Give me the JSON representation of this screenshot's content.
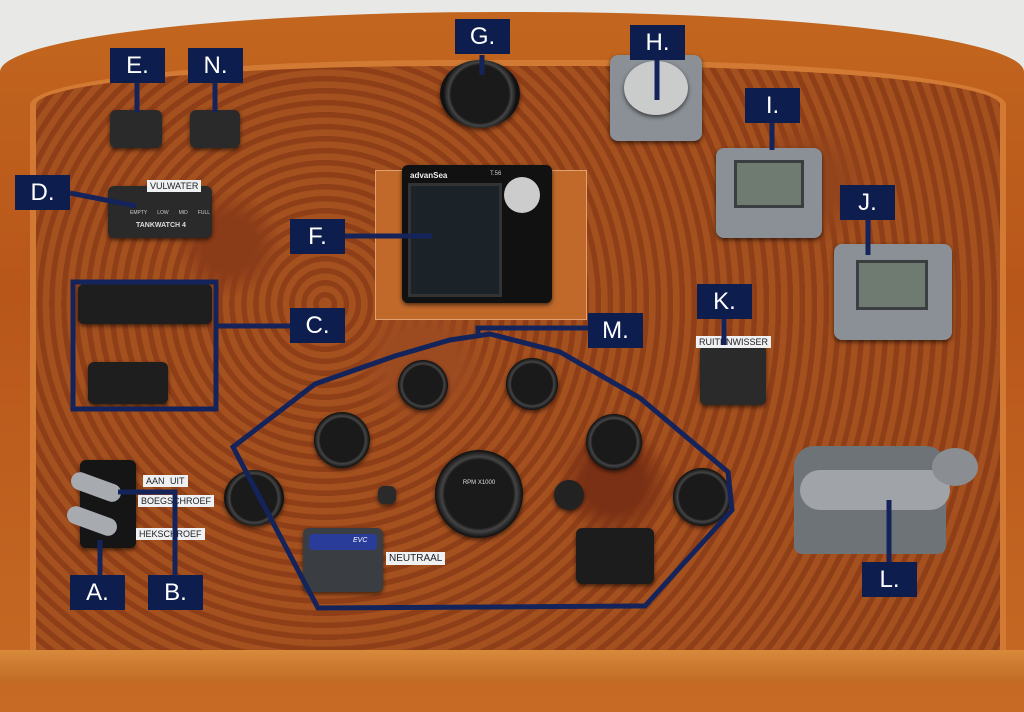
{
  "labels": {
    "A": "A.",
    "B": "B.",
    "C": "C.",
    "D": "D.",
    "E": "E.",
    "F": "F.",
    "G": "G.",
    "H": "H.",
    "I": "I.",
    "J": "J.",
    "K": "K.",
    "L": "L.",
    "M": "M.",
    "N": "N."
  },
  "panel_tags": {
    "aan": "AAN",
    "uit": "UIT",
    "boegschroef": "BOEGSCHROEF",
    "hekschroef": "HEKSCHROEF",
    "vulwater": "VULWATER",
    "ruitenwisser": "RUITENWISSER",
    "neutraal": "NEUTRAAL"
  },
  "tank_monitor": {
    "levels": [
      "EMPTY",
      "LOW",
      "MID",
      "FULL"
    ],
    "brand": "TANKWATCH 4"
  },
  "plotter": {
    "brand": "advanSea",
    "model": "T.56"
  },
  "tacho": {
    "unit": "RPM X1000"
  },
  "evc": {
    "brand": "EVC"
  },
  "colors": {
    "label_bg": "#0d1e4e",
    "outline": "#14245a"
  }
}
